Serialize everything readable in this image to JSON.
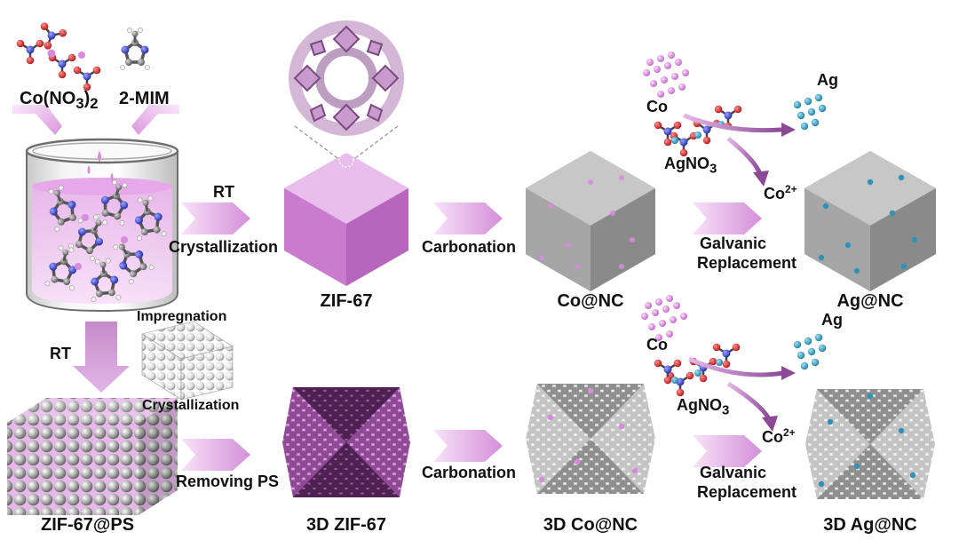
{
  "precursors": {
    "cobalt_salt": "Co(NO3)2",
    "ligand": "2-MIM"
  },
  "top_row": {
    "step1_top": "RT",
    "step1_bottom": "Crystallization",
    "product1": "ZIF-67",
    "step2": "Carbonation",
    "product2": "Co@NC",
    "step3_line1": "Galvanic",
    "step3_line2": "Replacement",
    "product3": "Ag@NC",
    "reactant_co": "Co",
    "reactant_agno3": "AgNO3",
    "product_ag": "Ag",
    "product_co2": "Co2+"
  },
  "left_column": {
    "step_down": "RT",
    "impregnation": "Impregnation",
    "crystallization": "Crystallization",
    "template_product": "ZIF-67@PS"
  },
  "bottom_row": {
    "step1": "Removing PS",
    "product1": "3D ZIF-67",
    "step2": "Carbonation",
    "product2": "3D Co@NC",
    "step3_line1": "Galvanic",
    "step3_line2": "Replacement",
    "product3": "3D Ag@NC",
    "reactant_co": "Co",
    "reactant_agno3": "AgNO3",
    "product_ag": "Ag",
    "product_co2": "Co2+"
  },
  "colors": {
    "arrow": "#d9a0de",
    "zif": "#cc7fd0",
    "carbon": "#a9a9a9",
    "cobalt": "#d58ad8",
    "silver": "#2e93b8",
    "nitrogen": "#3a44c8",
    "oxygen": "#d1262b"
  }
}
